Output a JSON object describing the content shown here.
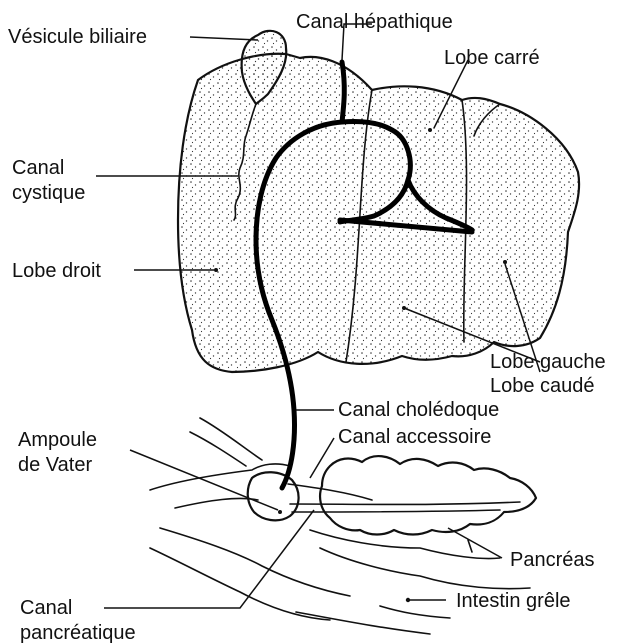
{
  "labels": {
    "gallbladder": "Vésicule biliaire",
    "hepatic_duct": "Canal hépathique",
    "quadrate_lobe": "Lobe carré",
    "cystic_duct_1": "Canal",
    "cystic_duct_2": "cystique",
    "right_lobe": "Lobe droit",
    "left_lobe": "Lobe gauche",
    "caudate_lobe": "Lobe caudé",
    "common_bile_duct": "Canal cholédoque",
    "accessory_duct": "Canal accessoire",
    "ampulla_1": "Ampoule",
    "ampulla_2": "de Vater",
    "pancreas": "Pancréas",
    "small_intestine": "Intestin grêle",
    "pancreatic_duct_1": "Canal",
    "pancreatic_duct_2": "pancréatique"
  }
}
